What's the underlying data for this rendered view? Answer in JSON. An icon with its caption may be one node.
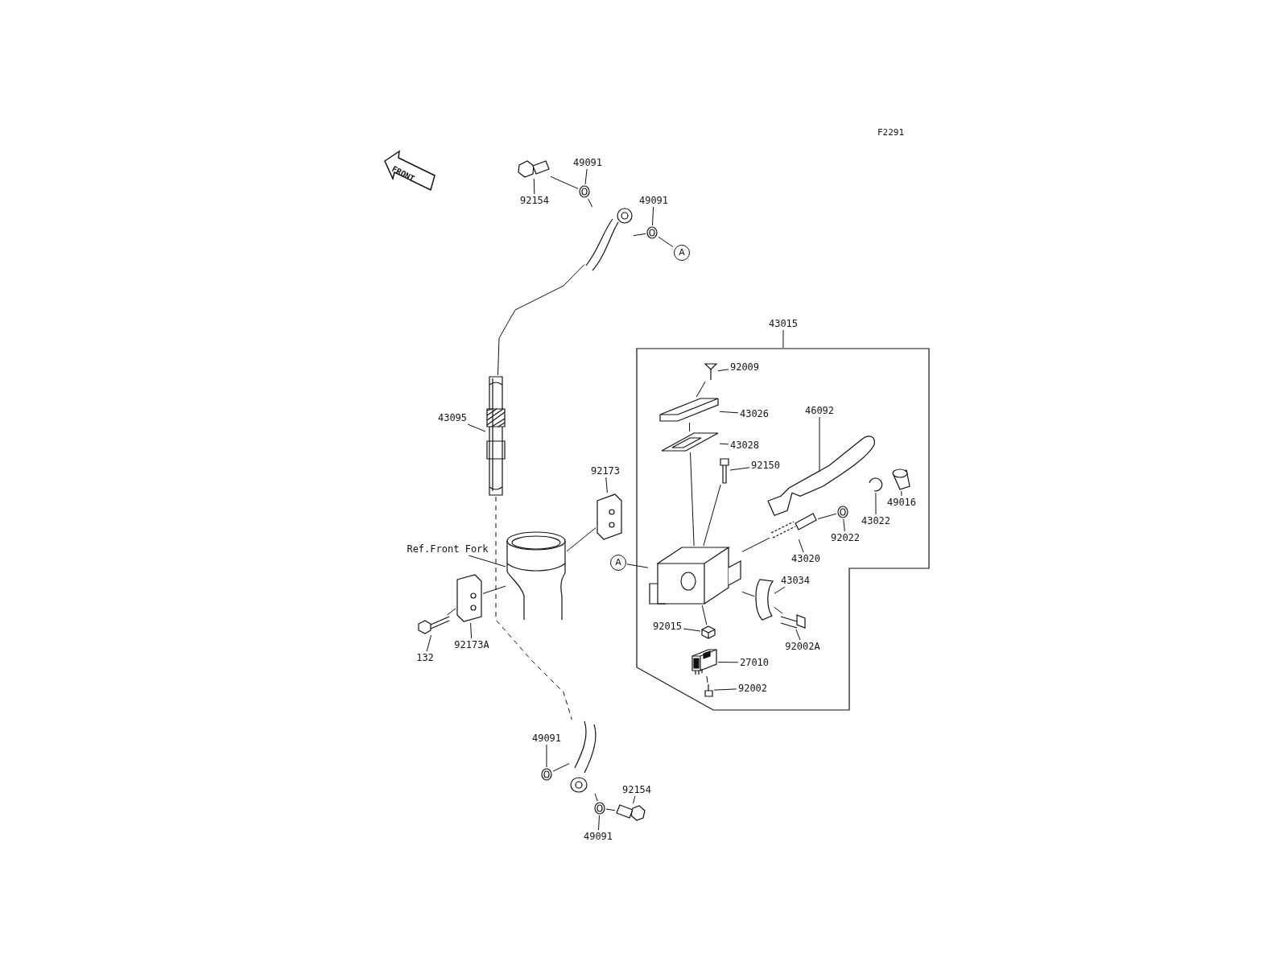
{
  "diagram": {
    "nodes": [
      {
        "text": [
          "92154"
        ]
      },
      {
        "text": [
          "49091"
        ]
      },
      {
        "text": [
          "49091"
        ]
      },
      {
        "text": [
          "A"
        ]
      },
      {
        "text": [
          "43015"
        ]
      },
      {
        "text": [],
        "shape": "box"
      },
      {
        "text": [
          "92009"
        ],
        "in": 5
      },
      {
        "text": [
          "43026"
        ],
        "in": 5
      },
      {
        "text": [
          "43095"
        ]
      },
      {
        "text": [
          "46092"
        ],
        "in": 5
      },
      {
        "text": [
          "43028"
        ],
        "in": 5
      },
      {
        "text": [
          "92150"
        ],
        "in": 5
      },
      {
        "text": [
          "92173"
        ]
      },
      {
        "text": [
          "49016"
        ],
        "in": 5
      },
      {
        "text": [
          "43022"
        ],
        "in": 5
      },
      {
        "text": [
          "92022"
        ],
        "in": 5
      },
      {
        "text": [
          "Ref.Front Fork"
        ]
      },
      {
        "text": [
          "43020"
        ],
        "in": 5
      },
      {
        "text": [
          "A"
        ]
      },
      {
        "text": [
          "43034"
        ],
        "in": 5
      },
      {
        "text": [
          "92015"
        ],
        "in": 5
      },
      {
        "text": [
          "132"
        ]
      },
      {
        "text": [
          "92173A"
        ]
      },
      {
        "text": [
          "92002A"
        ],
        "in": 5
      },
      {
        "text": [
          "27010"
        ],
        "in": 5
      },
      {
        "text": [
          "92002"
        ],
        "in": 5
      },
      {
        "text": [
          "49091"
        ]
      },
      {
        "text": [
          "92154"
        ]
      },
      {
        "text": [
          "49091"
        ]
      },
      {
        "text": [],
        "shape": "picture"
      },
      {
        "text": [],
        "shape": "picture"
      },
      {
        "text": [],
        "shape": "picture"
      },
      {
        "text": [],
        "shape": "picture"
      },
      {
        "text": [],
        "shape": "bar"
      },
      {
        "text": [],
        "shape": "picture",
        "in": 5
      },
      {
        "text": [],
        "shape": "picture",
        "in": 5
      },
      {
        "text": [],
        "shape": "picture",
        "in": 5
      },
      {
        "text": [],
        "shape": "picture",
        "in": 5
      },
      {
        "text": [],
        "shape": "picture",
        "in": 5
      },
      {
        "text": [],
        "shape": "picture"
      },
      {
        "text": [],
        "shape": "picture",
        "in": 5
      },
      {
        "text": [],
        "shape": "picture",
        "in": 5
      },
      {
        "text": [],
        "shape": "picture",
        "in": 5
      },
      {
        "text": [],
        "shape": "picture"
      },
      {
        "text": [],
        "shape": "picture",
        "in": 5
      },
      {
        "text": [],
        "shape": "picture",
        "in": 5
      },
      {
        "text": [],
        "shape": "picture",
        "in": 5
      },
      {
        "text": [],
        "shape": "picture",
        "in": 5
      },
      {
        "text": [],
        "shape": "picture"
      },
      {
        "text": [],
        "shape": "picture"
      },
      {
        "text": [],
        "shape": "picture",
        "in": 5
      },
      {
        "text": [],
        "shape": "picture",
        "in": 5
      },
      {
        "text": [],
        "shape": "picture",
        "in": 5
      },
      {
        "text": [],
        "shape": "picture"
      },
      {
        "text": [],
        "shape": "picture"
      },
      {
        "text": [],
        "shape": "picture"
      },
      {
        "text": [],
        "shape": "picture"
      }
    ],
    "edges": [
      {
        "from": 0,
        "to": 29,
        "arrow": "none"
      },
      {
        "from": 1,
        "to": 30,
        "arrow": "none"
      },
      {
        "from": 2,
        "to": 32,
        "arrow": "none"
      },
      {
        "from": 3,
        "to": 32,
        "arrow": "none"
      },
      {
        "from": 4,
        "to": 5,
        "arrow": "none"
      },
      {
        "from": 6,
        "to": 34,
        "arrow": "none"
      },
      {
        "from": 7,
        "to": 35,
        "arrow": "none"
      },
      {
        "from": 8,
        "to": 33,
        "arrow": "none"
      },
      {
        "from": 9,
        "to": 36,
        "arrow": "none"
      },
      {
        "from": 10,
        "to": 37,
        "arrow": "none"
      },
      {
        "from": 11,
        "to": 38,
        "arrow": "none"
      },
      {
        "from": 12,
        "to": 39,
        "arrow": "none"
      },
      {
        "from": 13,
        "to": 40,
        "arrow": "none"
      },
      {
        "from": 14,
        "to": 41,
        "arrow": "none"
      },
      {
        "from": 15,
        "to": 42,
        "arrow": "none"
      },
      {
        "from": 16,
        "to": 43,
        "arrow": "none"
      },
      {
        "from": 17,
        "to": 44,
        "arrow": "none"
      },
      {
        "from": 18,
        "to": 45,
        "arrow": "none"
      },
      {
        "from": 19,
        "to": 46,
        "arrow": "none"
      },
      {
        "from": 20,
        "to": 47,
        "arrow": "none"
      },
      {
        "from": 21,
        "to": 48,
        "arrow": "none"
      },
      {
        "from": 22,
        "to": 49,
        "arrow": "none"
      },
      {
        "from": 23,
        "to": 50,
        "arrow": "none"
      },
      {
        "from": 24,
        "to": 51,
        "arrow": "none"
      },
      {
        "from": 25,
        "to": 52,
        "arrow": "none"
      },
      {
        "from": 26,
        "to": 54,
        "arrow": "none"
      },
      {
        "from": 27,
        "to": 56,
        "arrow": "none"
      },
      {
        "from": 28,
        "to": 55,
        "arrow": "none"
      },
      {
        "from": 29,
        "to": 30,
        "arrow": "none"
      },
      {
        "from": 30,
        "to": 31,
        "arrow": "none"
      },
      {
        "from": 31,
        "to": 32,
        "arrow": "none"
      },
      {
        "from": 31,
        "to": 33,
        "arrow": "none"
      },
      {
        "from": 33,
        "to": 53,
        "arrow": "none",
        "style": "dashed"
      },
      {
        "from": 54,
        "to": 53,
        "arrow": "none"
      },
      {
        "from": 53,
        "to": 55,
        "arrow": "none"
      },
      {
        "from": 55,
        "to": 56,
        "arrow": "none"
      },
      {
        "from": 39,
        "to": 43,
        "arrow": "none"
      },
      {
        "from": 49,
        "to": 43,
        "arrow": "none"
      },
      {
        "from": 48,
        "to": 49,
        "arrow": "none"
      },
      {
        "from": 34,
        "to": 35,
        "arrow": "none"
      },
      {
        "from": 35,
        "to": 37,
        "arrow": "none"
      },
      {
        "from": 37,
        "to": 45,
        "arrow": "none"
      },
      {
        "from": 38,
        "to": 45,
        "arrow": "none"
      },
      {
        "from": 44,
        "to": 45,
        "arrow": "none"
      },
      {
        "from": 44,
        "to": 42,
        "arrow": "none"
      },
      {
        "from": 46,
        "to": 45,
        "arrow": "none"
      },
      {
        "from": 50,
        "to": 46,
        "arrow": "none"
      },
      {
        "from": 47,
        "to": 45,
        "arrow": "none"
      },
      {
        "from": 52,
        "to": 51,
        "arrow": "none"
      }
    ],
    "labels": [
      "F2291",
      "FRONT"
    ]
  }
}
